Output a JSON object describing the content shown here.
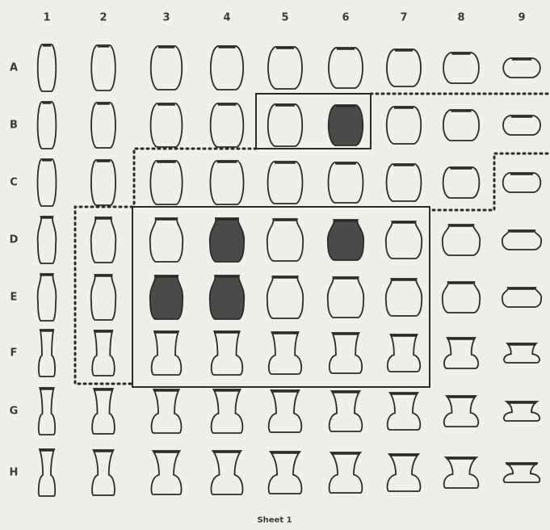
{
  "columns": [
    "1",
    "2",
    "3",
    "4",
    "5",
    "6",
    "7",
    "8",
    "9"
  ],
  "rows": [
    {
      "label": "A",
      "cells": [
        "o",
        "o",
        "o",
        "o",
        "o",
        "o",
        "o",
        "o",
        "o"
      ]
    },
    {
      "label": "B",
      "cells": [
        "o",
        "o",
        "o",
        "o",
        "o",
        "f",
        "o",
        "o",
        "o"
      ]
    },
    {
      "label": "C",
      "cells": [
        "o",
        "o",
        "o",
        "o",
        "o",
        "o",
        "o",
        "o",
        "o"
      ]
    },
    {
      "label": "D",
      "cells": [
        "o",
        "o",
        "o",
        "f",
        "o",
        "f",
        "o",
        "o",
        "o"
      ]
    },
    {
      "label": "E",
      "cells": [
        "o",
        "o",
        "f",
        "f",
        "o",
        "o",
        "o",
        "o",
        "o"
      ]
    },
    {
      "label": "F",
      "cells": [
        "o",
        "o",
        "o",
        "o",
        "o",
        "o",
        "o",
        "o",
        "o"
      ]
    },
    {
      "label": "G",
      "cells": [
        "o",
        "o",
        "o",
        "o",
        "o",
        "o",
        "o",
        "o",
        "o"
      ]
    },
    {
      "label": "H",
      "cells": [
        "o",
        "o",
        "o",
        "o",
        "o",
        "o",
        "o",
        "o",
        "o"
      ]
    }
  ],
  "legend": {
    "o": "outline",
    "f": "filled"
  },
  "caption": "Sheet 1",
  "colors": {
    "ink": "#2b2b2b",
    "paper": "#f1efea",
    "filled": "#4a4a4a"
  }
}
